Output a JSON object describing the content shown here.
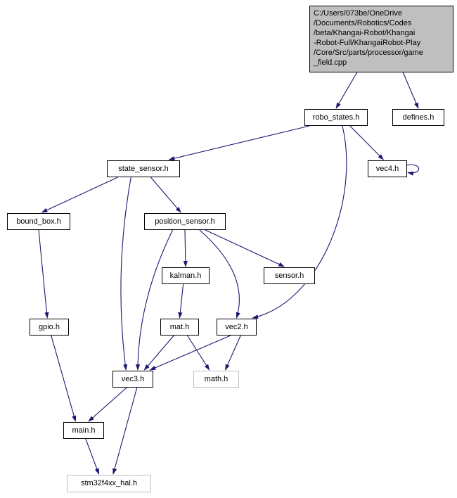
{
  "diagram": {
    "type": "doxygen-include-dependency-graph",
    "colors": {
      "edge": "#191970",
      "main_node_fill": "#bfbfbf",
      "node_border": "#000000",
      "external_border": "#bebebe",
      "node_fill": "#ffffff",
      "text": "#000000"
    }
  },
  "nodes": [
    {
      "id": "game_field.cpp",
      "label": "C:/Users/073be/OneDrive\n/Documents/Robotics/Codes\n/beta/Khangai-Robot/Khangai\n-Robot-Full/KhangaiRobot-Play\n/Core/Src/parts/processor/game\n_field.cpp",
      "kind": "main"
    },
    {
      "id": "robo_states.h",
      "label": "robo_states.h",
      "kind": "internal"
    },
    {
      "id": "defines.h",
      "label": "defines.h",
      "kind": "internal"
    },
    {
      "id": "vec4.h",
      "label": "vec4.h",
      "kind": "internal"
    },
    {
      "id": "state_sensor.h",
      "label": "state_sensor.h",
      "kind": "internal"
    },
    {
      "id": "bound_box.h",
      "label": "bound_box.h",
      "kind": "internal"
    },
    {
      "id": "position_sensor.h",
      "label": "position_sensor.h",
      "kind": "internal"
    },
    {
      "id": "kalman.h",
      "label": "kalman.h",
      "kind": "internal"
    },
    {
      "id": "sensor.h",
      "label": "sensor.h",
      "kind": "internal"
    },
    {
      "id": "mat.h",
      "label": "mat.h",
      "kind": "internal"
    },
    {
      "id": "vec2.h",
      "label": "vec2.h",
      "kind": "internal"
    },
    {
      "id": "gpio.h",
      "label": "gpio.h",
      "kind": "internal"
    },
    {
      "id": "vec3.h",
      "label": "vec3.h",
      "kind": "internal"
    },
    {
      "id": "math.h",
      "label": "math.h",
      "kind": "external"
    },
    {
      "id": "main.h",
      "label": "main.h",
      "kind": "internal"
    },
    {
      "id": "stm32f4xx_hal.h",
      "label": "stm32f4xx_hal.h",
      "kind": "external"
    }
  ],
  "edges": [
    {
      "from": "game_field.cpp",
      "to": "robo_states.h"
    },
    {
      "from": "game_field.cpp",
      "to": "defines.h"
    },
    {
      "from": "robo_states.h",
      "to": "state_sensor.h"
    },
    {
      "from": "robo_states.h",
      "to": "vec4.h"
    },
    {
      "from": "robo_states.h",
      "to": "vec2.h"
    },
    {
      "from": "vec4.h",
      "to": "vec4.h"
    },
    {
      "from": "state_sensor.h",
      "to": "bound_box.h"
    },
    {
      "from": "state_sensor.h",
      "to": "position_sensor.h"
    },
    {
      "from": "state_sensor.h",
      "to": "vec3.h"
    },
    {
      "from": "bound_box.h",
      "to": "gpio.h"
    },
    {
      "from": "gpio.h",
      "to": "main.h"
    },
    {
      "from": "position_sensor.h",
      "to": "kalman.h"
    },
    {
      "from": "position_sensor.h",
      "to": "sensor.h"
    },
    {
      "from": "position_sensor.h",
      "to": "vec2.h"
    },
    {
      "from": "position_sensor.h",
      "to": "vec3.h"
    },
    {
      "from": "kalman.h",
      "to": "mat.h"
    },
    {
      "from": "mat.h",
      "to": "vec3.h"
    },
    {
      "from": "mat.h",
      "to": "math.h"
    },
    {
      "from": "vec2.h",
      "to": "vec3.h"
    },
    {
      "from": "vec2.h",
      "to": "math.h"
    },
    {
      "from": "vec3.h",
      "to": "main.h"
    },
    {
      "from": "vec3.h",
      "to": "stm32f4xx_hal.h"
    },
    {
      "from": "main.h",
      "to": "stm32f4xx_hal.h"
    }
  ]
}
